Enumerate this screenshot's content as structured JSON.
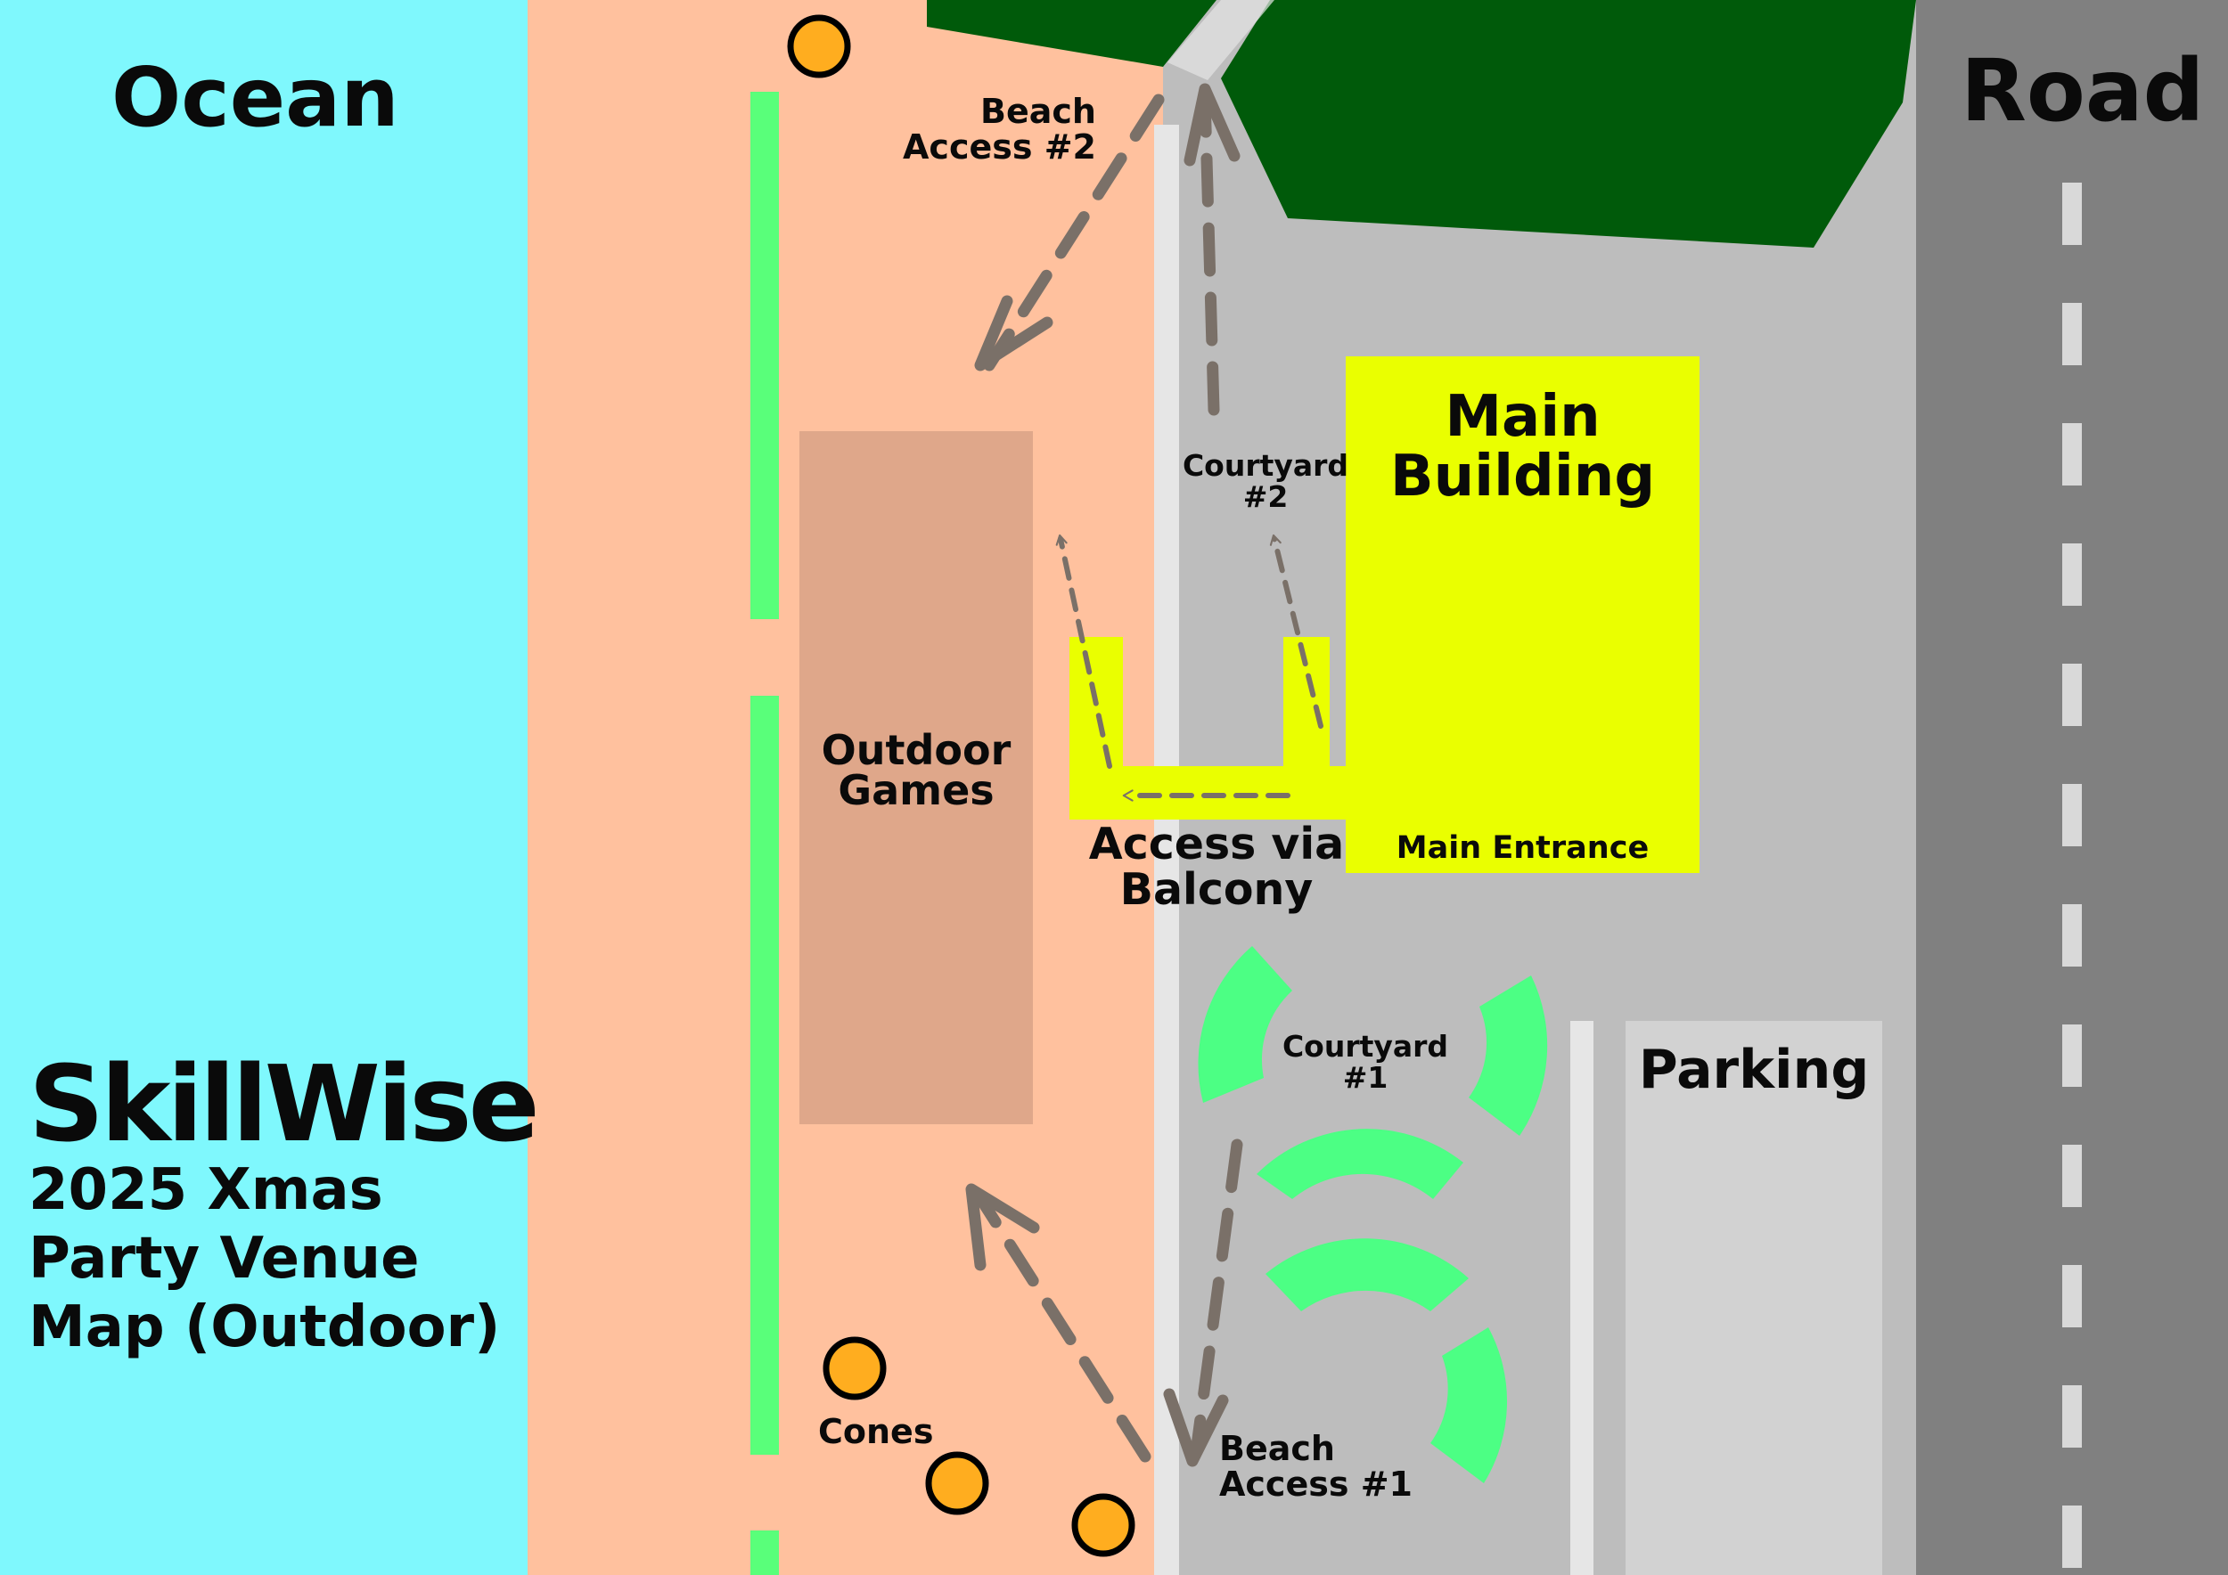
{
  "brand": {
    "name": "SkillWise",
    "subtitle_lines": [
      "2025 Xmas",
      "Party Venue",
      "Map (Outdoor)"
    ]
  },
  "labels": {
    "ocean": "Ocean",
    "road": "Road",
    "main_building": "Main\nBuilding",
    "main_entrance": "Main Entrance",
    "balcony_access": "Access via\nBalcony",
    "courtyard_1": "Courtyard\n#1",
    "courtyard_2": "Courtyard\n#2",
    "beach_access_1": "Beach\nAccess #1",
    "beach_access_2": "Beach\nAccess #2",
    "outdoor_games": "Outdoor\nGames",
    "parking": "Parking",
    "cones": "Cones"
  },
  "colors": {
    "ocean": "#7ff8fd",
    "sand": "#ffc19e",
    "outdoor_games_area": "#dfa78a",
    "courtyard_paving": "#bdbdbd",
    "walkway": "#e6e6e6",
    "road": "#808080",
    "road_marking": "#d9d9d9",
    "trees": "#005a0a",
    "main_building": "#eaff00",
    "parking": "#d2d2d2",
    "beach_fence": "#59ff7a",
    "courtyard_seating": "#4cff84",
    "cone": "#ffad1f",
    "path_arrow": "#7a7068"
  },
  "icons": {
    "cone": "cone-marker-icon",
    "route": "dashed-arrow-icon"
  }
}
